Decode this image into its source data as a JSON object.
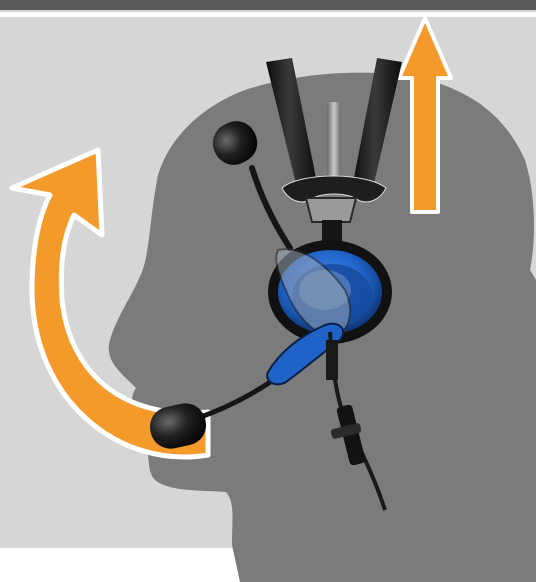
{
  "illustration": {
    "subject": "headset-on-head-silhouette",
    "arrows": [
      "curved-arrow-boom-up",
      "straight-arrow-up"
    ],
    "colors": {
      "background": "#d6d6d6",
      "top_bar": "#595959",
      "head": "#7b7b7b",
      "arrow": "#f39a2b",
      "arrow_outline": "#ffffff",
      "headband": "#161616",
      "earcup_accent": "#1f63c9",
      "mic": "#1a1a1a"
    }
  }
}
